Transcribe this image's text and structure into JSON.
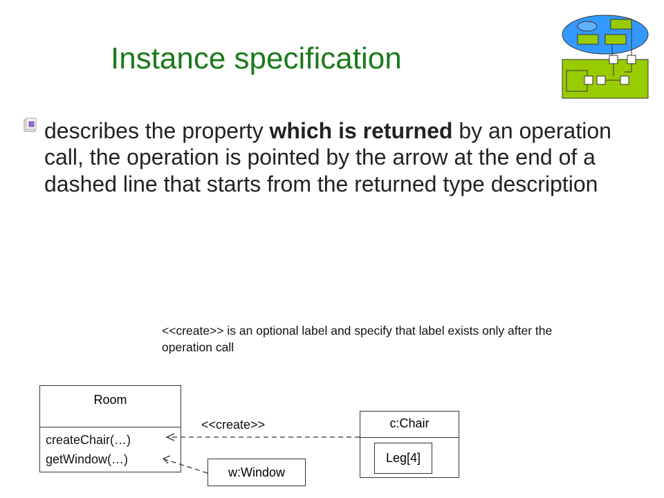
{
  "slide": {
    "title": "Instance specification",
    "bullet": {
      "part1": "describes the property ",
      "bold": "which is returned",
      "part2": " by an operation call, the operation is pointed by the arrow at the end of a dashed line that starts from the returned type description"
    },
    "note": "<<create>> is an optional label and specify that label exists only after the operation call"
  },
  "diagram": {
    "room": {
      "name": "Room",
      "ops": [
        "createChair(…)",
        "getWindow(…)"
      ]
    },
    "chair": {
      "name": "c:Chair",
      "part": "Leg[4]"
    },
    "window": {
      "name": "w:Window"
    },
    "create_label": "<<create>>"
  },
  "colors": {
    "title": "#1a7a1a",
    "logo_green": "#99cc00",
    "logo_blue": "#3399ff"
  }
}
